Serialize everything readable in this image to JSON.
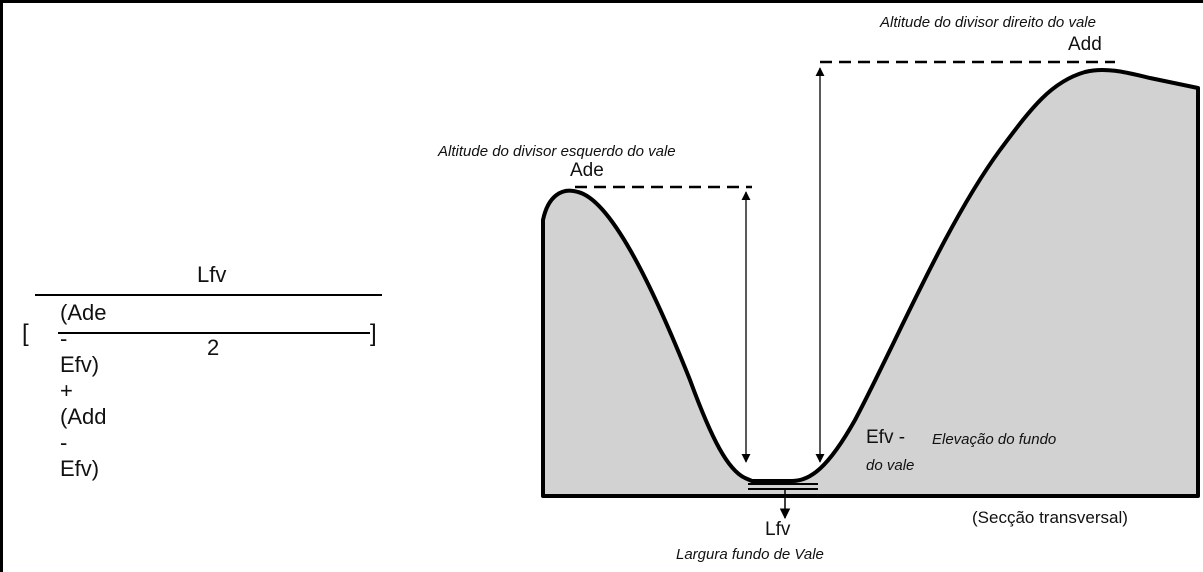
{
  "formula": {
    "numerator": "Lfv",
    "denominator_expr": "(Ade - Efv) + (Add - Efv)",
    "divisor": "2",
    "bracket_left": "[",
    "bracket_right": "]"
  },
  "labels": {
    "left_divide_desc": "Altitude do divisor esquerdo do vale",
    "left_divide_abbr": "Ade",
    "right_divide_desc": "Altitude do divisor direito do vale",
    "right_divide_abbr": "Add",
    "floor_abbr": "Efv -",
    "floor_desc_line1": "Elevação do fundo",
    "floor_desc_line2": "do vale",
    "width_abbr": "Lfv",
    "width_desc": "Largura fundo de Vale",
    "section": "(Secção transversal)"
  },
  "colors": {
    "terrain_fill": "#d2d2d2",
    "stroke": "#000000"
  }
}
